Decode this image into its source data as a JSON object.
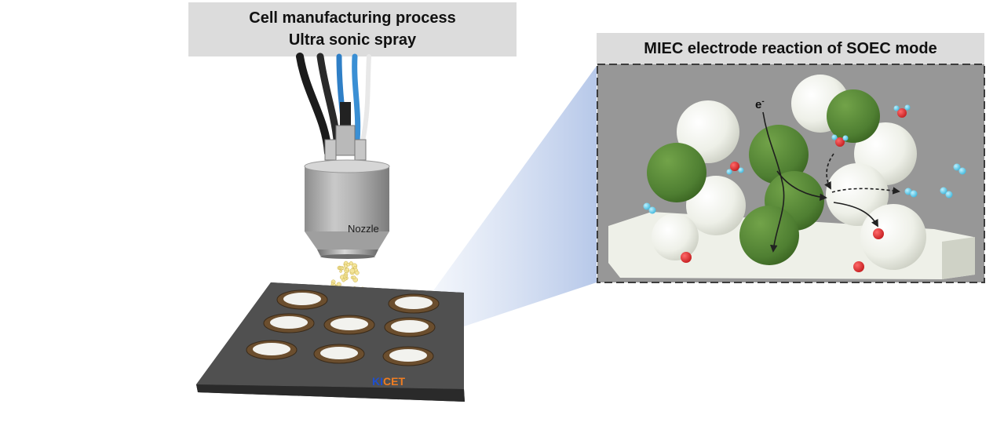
{
  "left_title": {
    "line1": "Cell manufacturing process",
    "line2": "Ultra sonic spray"
  },
  "right_title": "MIEC electrode reaction of SOEC mode",
  "nozzle_label": "Nozzle",
  "logo_text": {
    "part1": "KI",
    "part2": "CET"
  },
  "electron_label": {
    "base": "e",
    "sup": "-"
  },
  "colors": {
    "panel_bg": "#979797",
    "green_particle": "#4f7f32",
    "white_particle": "#ecefe6",
    "oxygen": "#d6282a",
    "hydrogen": "#5bc9e6",
    "logo_blue": "#1e4fd0",
    "logo_orange": "#ef7d22"
  }
}
